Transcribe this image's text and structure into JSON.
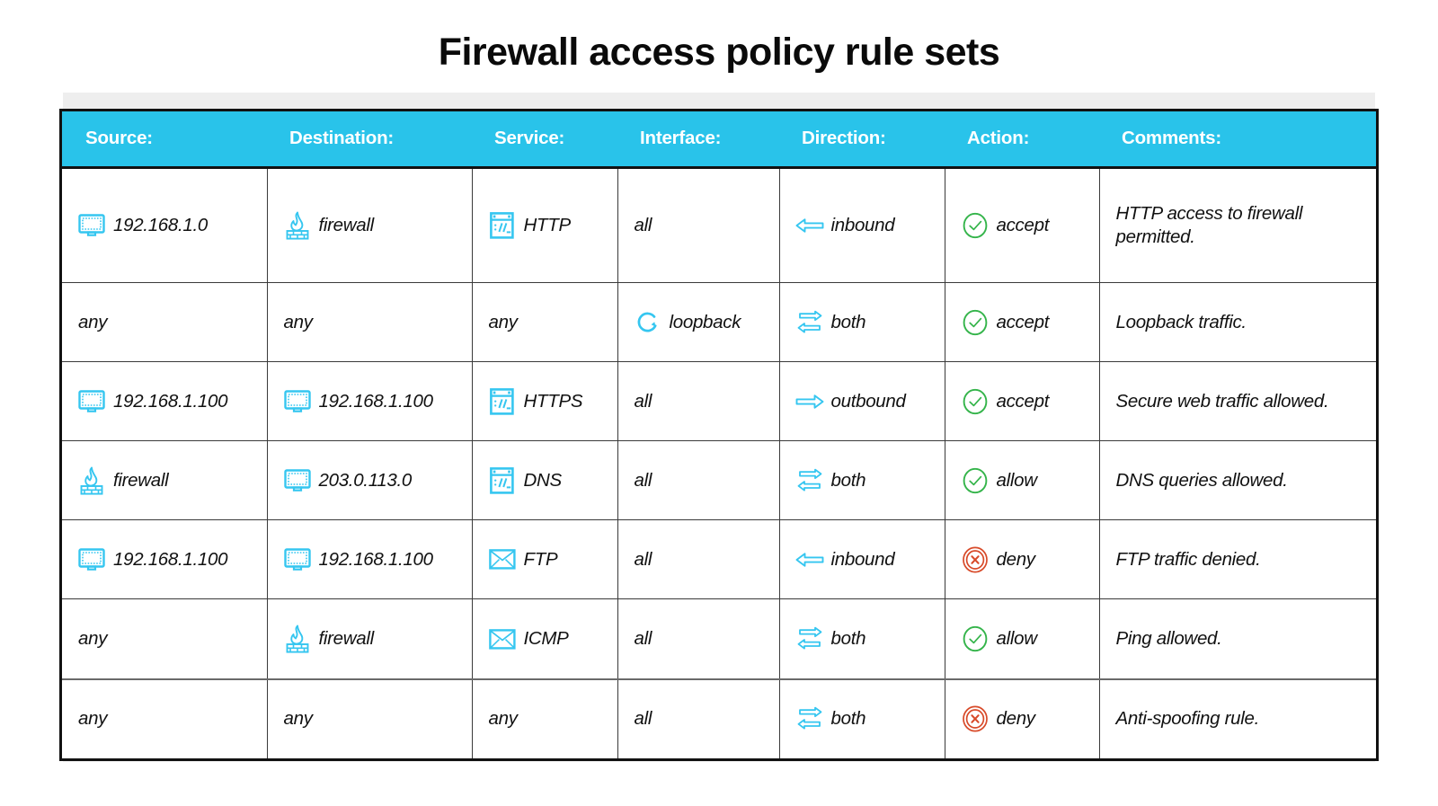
{
  "page": {
    "title": "Firewall access policy rule sets",
    "accent_header_bg": "#29c3ea",
    "icon_cyan": "#35c6f0",
    "allow_green": "#34b44a",
    "deny_red": "#d84a29",
    "text_color": "#111111",
    "border_color": "#3a3a3a"
  },
  "table": {
    "columns": [
      {
        "key": "source",
        "label": "Source:"
      },
      {
        "key": "destination",
        "label": "Destination:"
      },
      {
        "key": "service",
        "label": "Service:"
      },
      {
        "key": "interface",
        "label": "Interface:"
      },
      {
        "key": "direction",
        "label": "Direction:"
      },
      {
        "key": "action",
        "label": "Action:"
      },
      {
        "key": "comments",
        "label": "Comments:"
      }
    ],
    "rows": [
      {
        "source": {
          "icon": "monitor-icon",
          "text": "192.168.1.0"
        },
        "destination": {
          "icon": "firewall-icon",
          "text": "firewall"
        },
        "service": {
          "icon": "browser-window-icon",
          "text": "HTTP"
        },
        "interface": {
          "icon": "none",
          "text": "all"
        },
        "direction": {
          "icon": "arrow-left-icon",
          "text": "inbound"
        },
        "action": {
          "icon": "check-circle-icon",
          "text": "accept"
        },
        "comments": {
          "icon": "none",
          "text": "HTTP access to firewall permitted."
        }
      },
      {
        "source": {
          "icon": "none",
          "text": "any"
        },
        "destination": {
          "icon": "none",
          "text": "any"
        },
        "service": {
          "icon": "none",
          "text": "any"
        },
        "interface": {
          "icon": "loop-arrow-icon",
          "text": "loopback"
        },
        "direction": {
          "icon": "arrows-both-icon",
          "text": "both"
        },
        "action": {
          "icon": "check-circle-icon",
          "text": "accept"
        },
        "comments": {
          "icon": "none",
          "text": "Loopback traffic."
        }
      },
      {
        "source": {
          "icon": "monitor-icon",
          "text": "192.168.1.100"
        },
        "destination": {
          "icon": "monitor-icon",
          "text": "192.168.1.100"
        },
        "service": {
          "icon": "browser-window-icon",
          "text": "HTTPS"
        },
        "interface": {
          "icon": "none",
          "text": "all"
        },
        "direction": {
          "icon": "arrow-right-icon",
          "text": "outbound"
        },
        "action": {
          "icon": "check-circle-icon",
          "text": "accept"
        },
        "comments": {
          "icon": "none",
          "text": "Secure web traffic allowed."
        }
      },
      {
        "source": {
          "icon": "firewall-icon",
          "text": "firewall"
        },
        "destination": {
          "icon": "monitor-icon",
          "text": "203.0.113.0"
        },
        "service": {
          "icon": "browser-window-icon",
          "text": "DNS"
        },
        "interface": {
          "icon": "none",
          "text": "all"
        },
        "direction": {
          "icon": "arrows-both-icon",
          "text": "both"
        },
        "action": {
          "icon": "check-circle-icon",
          "text": "allow"
        },
        "comments": {
          "icon": "none",
          "text": "DNS queries allowed."
        }
      },
      {
        "source": {
          "icon": "monitor-icon",
          "text": "192.168.1.100"
        },
        "destination": {
          "icon": "monitor-icon",
          "text": "192.168.1.100"
        },
        "service": {
          "icon": "envelope-icon",
          "text": "FTP"
        },
        "interface": {
          "icon": "none",
          "text": "all"
        },
        "direction": {
          "icon": "arrow-left-icon",
          "text": "inbound"
        },
        "action": {
          "icon": "x-circle-icon",
          "text": "deny"
        },
        "comments": {
          "icon": "none",
          "text": "FTP traffic denied."
        }
      },
      {
        "source": {
          "icon": "none",
          "text": "any"
        },
        "destination": {
          "icon": "firewall-icon",
          "text": "firewall"
        },
        "service": {
          "icon": "envelope-icon",
          "text": "ICMP"
        },
        "interface": {
          "icon": "none",
          "text": "all"
        },
        "direction": {
          "icon": "arrows-both-icon",
          "text": "both"
        },
        "action": {
          "icon": "check-circle-icon",
          "text": "allow"
        },
        "comments": {
          "icon": "none",
          "text": "Ping allowed."
        }
      },
      {
        "source": {
          "icon": "none",
          "text": "any"
        },
        "destination": {
          "icon": "none",
          "text": "any"
        },
        "service": {
          "icon": "none",
          "text": "any"
        },
        "interface": {
          "icon": "none",
          "text": "all"
        },
        "direction": {
          "icon": "arrows-both-icon",
          "text": "both"
        },
        "action": {
          "icon": "x-circle-icon",
          "text": "deny"
        },
        "comments": {
          "icon": "none",
          "text": "Anti-spoofing rule."
        }
      }
    ]
  }
}
